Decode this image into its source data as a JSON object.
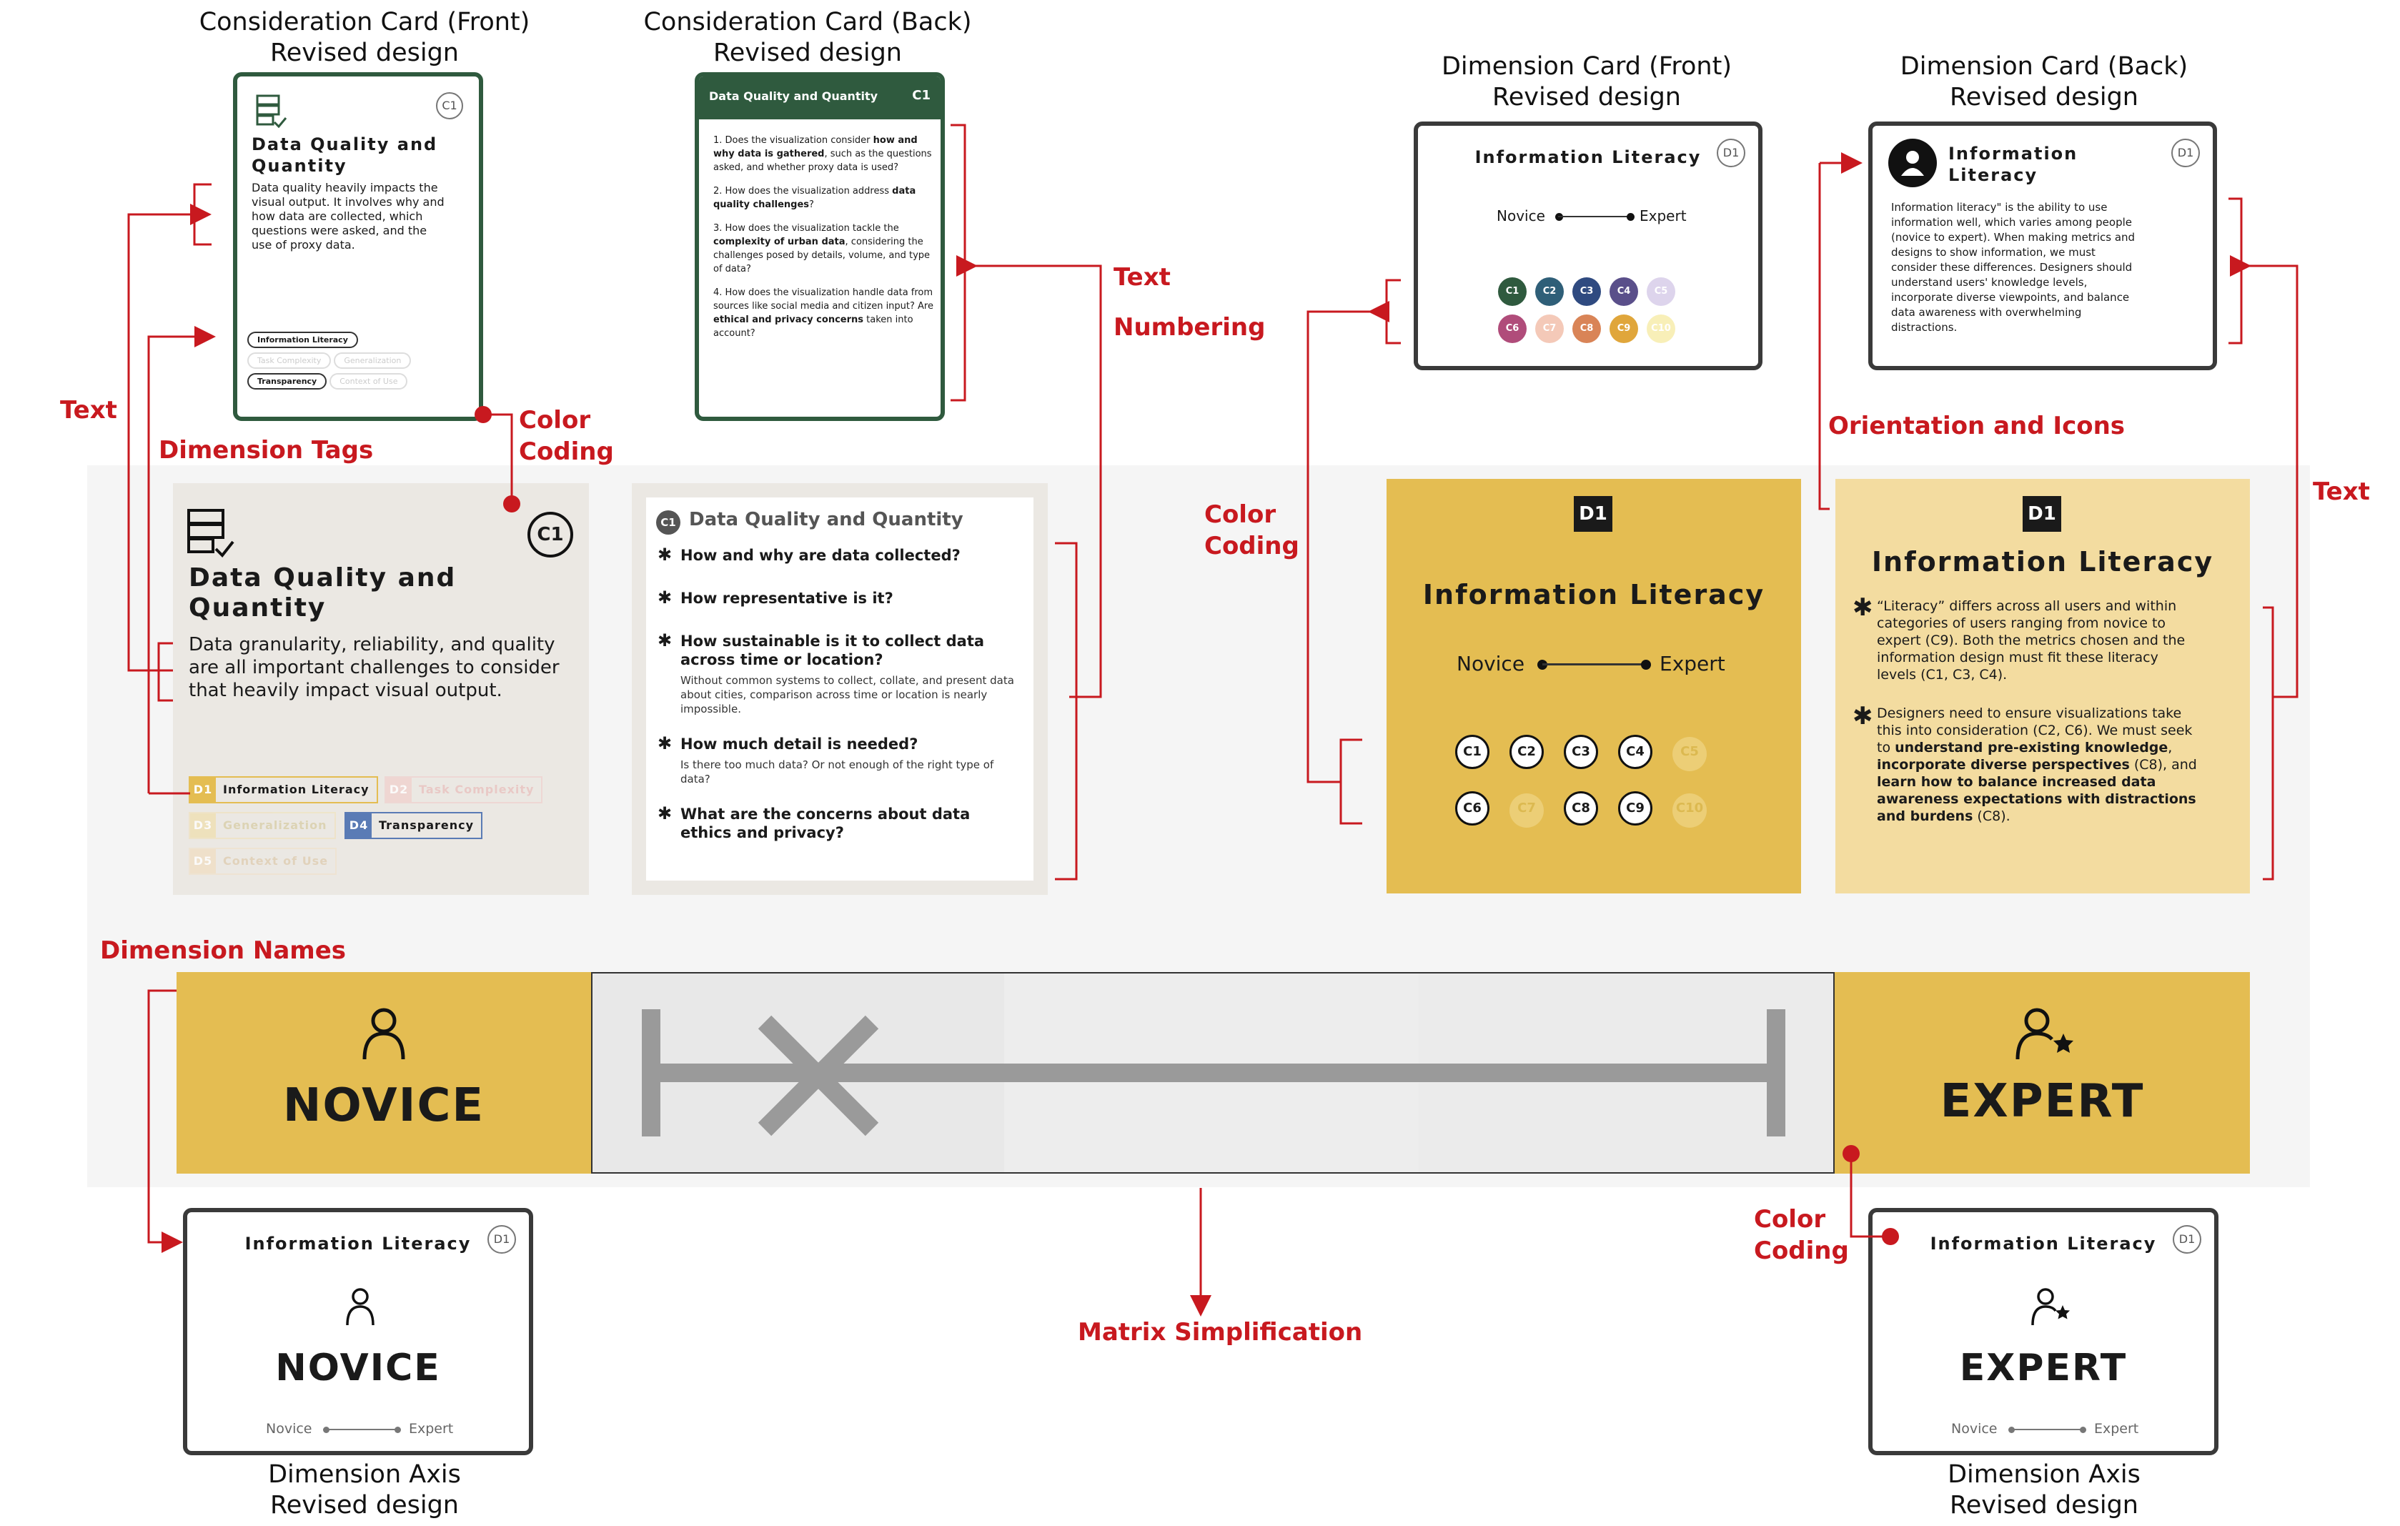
{
  "headers": {
    "cons_front": [
      "Consideration Card (Front)",
      "Revised design"
    ],
    "cons_back": [
      "Consideration Card (Back)",
      "Revised design"
    ],
    "dim_front": [
      "Dimension Card (Front)",
      "Revised design"
    ],
    "dim_back": [
      "Dimension Card (Back)",
      "Revised design"
    ],
    "axis_left": [
      "Dimension Axis",
      "Revised design"
    ],
    "axis_right": [
      "Dimension Axis",
      "Revised design"
    ]
  },
  "labels": {
    "text_left": "Text",
    "color_coding_1": [
      "Color",
      "Coding"
    ],
    "dimension_tags": "Dimension Tags",
    "text_mid": "Text",
    "numbering": "Numbering",
    "color_coding_2": [
      "Color",
      "Coding"
    ],
    "orientation_icons": "Orientation and Icons",
    "text_right": "Text",
    "dimension_names": "Dimension Names",
    "matrix_simplification": "Matrix Simplification",
    "color_coding_3": [
      "Color",
      "Coding"
    ]
  },
  "cons_front_card": {
    "badge": "C1",
    "title": [
      "Data Quality and",
      "Quantity"
    ],
    "body": [
      "Data quality heavily impacts the",
      "visual output. It involves why and",
      "how data are collected, which",
      "questions were asked, and the",
      "use of proxy data."
    ],
    "tags": [
      {
        "label": "Information Literacy",
        "active": true
      },
      {
        "label": "Task Complexity",
        "active": false
      },
      {
        "label": "Generalization",
        "active": false
      },
      {
        "label": "Transparency",
        "active": true
      },
      {
        "label": "Context of Use",
        "active": false
      }
    ]
  },
  "cons_back_card": {
    "header": "Data Quality and Quantity",
    "code": "C1",
    "items": [
      [
        "1. Does the visualization consider ",
        "how and why data is gathered",
        ", such as the questions asked, and whether proxy data is used?"
      ],
      [
        "2. How does the visualization address ",
        "data quality challenges",
        "?"
      ],
      [
        "3. How does the visualization tackle the ",
        "complexity of urban data",
        ", considering the challenges posed by details, volume, and type of data?"
      ],
      [
        "4. How does the visualization handle data from sources like social media and citizen input? Are ",
        "ethical and privacy concerns",
        " taken into account?"
      ]
    ]
  },
  "dim_front_card": {
    "title": "Information Literacy",
    "badge": "D1",
    "novice": "Novice",
    "expert": "Expert",
    "dots": [
      {
        "label": "C1",
        "color": "#2f5a3e"
      },
      {
        "label": "C2",
        "color": "#2f5f78"
      },
      {
        "label": "C3",
        "color": "#2f4a80"
      },
      {
        "label": "C4",
        "color": "#5a4f8a"
      },
      {
        "label": "C5",
        "color": "#ddd4ec"
      },
      {
        "label": "C6",
        "color": "#b04c7a"
      },
      {
        "label": "C7",
        "color": "#f4c9b8"
      },
      {
        "label": "C8",
        "color": "#d98457"
      },
      {
        "label": "C9",
        "color": "#e0a63b"
      },
      {
        "label": "C10",
        "color": "#f8efb8"
      }
    ]
  },
  "dim_back_card": {
    "title": [
      "Information",
      "Literacy"
    ],
    "badge": "D1",
    "body": [
      "Information literacy\" is the ability to use",
      "information well, which varies among people",
      "(novice to expert). When making metrics and",
      "designs to show information, we must",
      "consider these differences. Designers should",
      "understand users' knowledge levels,",
      "incorporate diverse viewpoints, and balance",
      "data awareness with overwhelming",
      "distractions."
    ]
  },
  "old_cons_front": {
    "badge": "C1",
    "title": [
      "Data Quality and",
      "Quantity"
    ],
    "body": [
      "Data granularity, reliability, and quality",
      "are all important challenges to consider",
      "that heavily impact visual output."
    ],
    "tags": [
      {
        "code": "D1",
        "label": "Information Literacy",
        "color": "#e4bd52",
        "active": true
      },
      {
        "code": "D2",
        "label": "Task Complexity",
        "color": "#e9a9a5",
        "active": false
      },
      {
        "code": "D3",
        "label": "Generalization",
        "color": "#d9c27a",
        "active": false
      },
      {
        "code": "D4",
        "label": "Transparency",
        "color": "#5a7bb5",
        "active": true
      },
      {
        "code": "D5",
        "label": "Context of Use",
        "color": "#e9c79a",
        "active": false
      }
    ]
  },
  "old_cons_back": {
    "code": "C1",
    "title": "Data Quality and Quantity",
    "items": [
      {
        "q": "How and why are data collected?",
        "sub": ""
      },
      {
        "q": "How representative is it?",
        "sub": ""
      },
      {
        "q": "How sustainable is it to collect data across time or location?",
        "sub": "Without common systems to collect, collate, and present data about cities, comparison across time or location is nearly impossible."
      },
      {
        "q": "How much detail is needed?",
        "sub": "Is there too much data? Or not enough of the right type of data?"
      },
      {
        "q": "What are the concerns about data ethics and privacy?",
        "sub": ""
      }
    ]
  },
  "old_dim_front": {
    "code": "D1",
    "title": "Information Literacy",
    "novice": "Novice",
    "expert": "Expert",
    "circles": [
      {
        "label": "C1",
        "active": true
      },
      {
        "label": "C2",
        "active": true
      },
      {
        "label": "C3",
        "active": true
      },
      {
        "label": "C4",
        "active": true
      },
      {
        "label": "C5",
        "active": false
      },
      {
        "label": "C6",
        "active": true
      },
      {
        "label": "C7",
        "active": false
      },
      {
        "label": "C8",
        "active": true
      },
      {
        "label": "C9",
        "active": true
      },
      {
        "label": "C10",
        "active": false
      }
    ]
  },
  "old_dim_back": {
    "code": "D1",
    "title": "Information Literacy",
    "p1": [
      "“Literacy” differs across all users and within",
      "categories of users ranging from novice to",
      "expert (C9). Both the metrics chosen and the",
      "information design must fit these literacy",
      "levels (C1, C3, C4)."
    ],
    "p2": [
      [
        [
          "Designers need to ensure visualizations take",
          false
        ]
      ],
      [
        [
          "this into consideration (C2, C6). We must seek",
          false
        ]
      ],
      [
        [
          "to ",
          false
        ],
        [
          "understand pre-existing knowledge",
          true
        ],
        [
          ",",
          false
        ]
      ],
      [
        [
          "incorporate diverse perspectives",
          true
        ],
        [
          " (C8), and",
          false
        ]
      ],
      [
        [
          "learn how to balance increased data",
          true
        ]
      ],
      [
        [
          "awareness expectations with distractions",
          true
        ]
      ],
      [
        [
          "and burdens",
          true
        ],
        [
          " (C8).",
          false
        ]
      ]
    ]
  },
  "matrix": {
    "novice": "NOVICE",
    "expert": "EXPERT"
  },
  "axis_cards": [
    {
      "title": "Information Literacy",
      "badge": "D1",
      "name": "NOVICE",
      "novice": "Novice",
      "expert": "Expert"
    },
    {
      "title": "Information Literacy",
      "badge": "D1",
      "name": "EXPERT",
      "novice": "Novice",
      "expert": "Expert"
    }
  ],
  "colors": {
    "annotation_red": "#c8191f",
    "card_green": "#2f5a3e",
    "gold": "#e4bd52",
    "light_gold": "#f3dca0",
    "old_card_bg": "#ebe8e3"
  }
}
